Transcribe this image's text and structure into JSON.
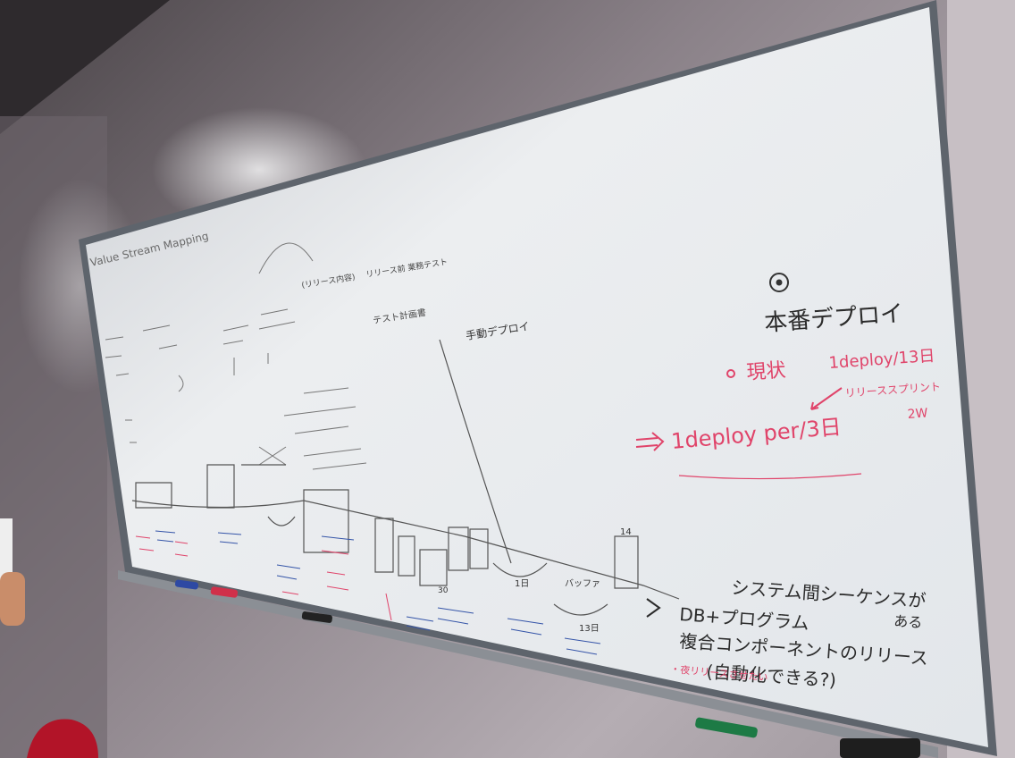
{
  "scene": {
    "title_scrawl": "Value Stream Mapping",
    "top_right": {
      "heading": "本番デプロイ",
      "current_label": "現状",
      "current_rate": "1deploy/13日",
      "release_sprint": "リリーススプリント",
      "sprint_length": "2W",
      "target": "1deploy per/3日"
    },
    "top_left_notes": {
      "col_a": "(リリース内容)",
      "col_b": "リリース前 業務テスト",
      "col_c": "テスト計画書",
      "col_d": "手動デプロイ"
    },
    "lower_right": {
      "line1": "システム間シーケンスが",
      "line2": "ある",
      "line3": "DB+プログラム",
      "line4": "複合コンポーネントのリリース",
      "line5": "(自動化できる?)",
      "red_note": "・夜リリースさせたい"
    },
    "timeline": {
      "day_1": "1日",
      "day_13": "13日",
      "day_14": "14",
      "buffer": "バッファ",
      "days_30": "30"
    },
    "colors": {
      "board": "#e9edf0",
      "frame": "#5e646c",
      "red_ink": "#e0446a",
      "black_ink": "#2b2b2b",
      "blue_ink": "#3454a8"
    }
  }
}
